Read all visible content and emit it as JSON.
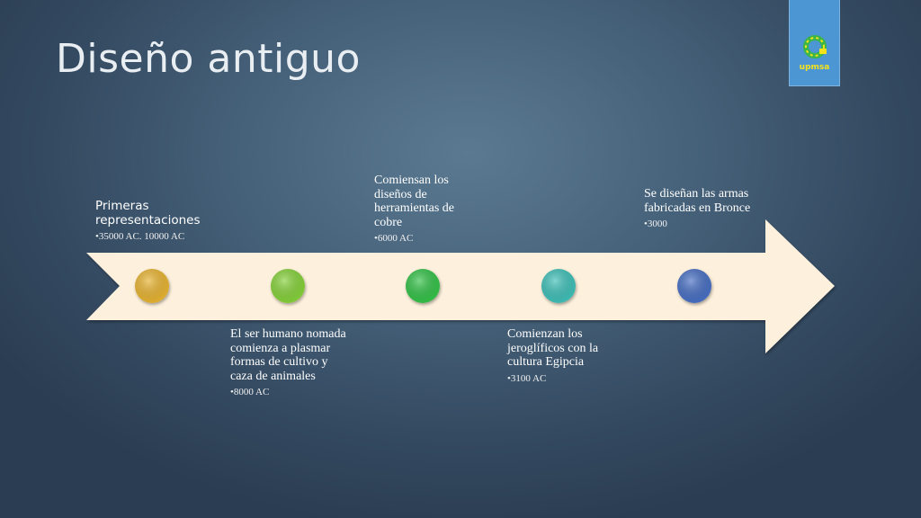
{
  "slide": {
    "title": "Diseño antiguo",
    "logo_text": "upmsa"
  },
  "timeline": {
    "events": [
      {
        "text": "Primeras representaciones",
        "date": "•35000 AC. 10000 AC",
        "color": "#e8b430"
      },
      {
        "text": "El ser humano nomada comienza a plasmar formas de cultivo y caza de animales",
        "date": "•8000 AC",
        "color": "#86d23b"
      },
      {
        "text": "Comiensan los diseños de herramientas de cobre",
        "date": "•6000 AC",
        "color": "#35c24a"
      },
      {
        "text": "Comienzan los jeroglíficos con la cultura Egipcia",
        "date": "•3100 AC",
        "color": "#3fc0b8"
      },
      {
        "text": "Se diseñan las armas fabricadas en Bronce",
        "date": "•3000",
        "color": "#4a6fc4"
      }
    ],
    "arrow_color": "#fdf0dc"
  }
}
